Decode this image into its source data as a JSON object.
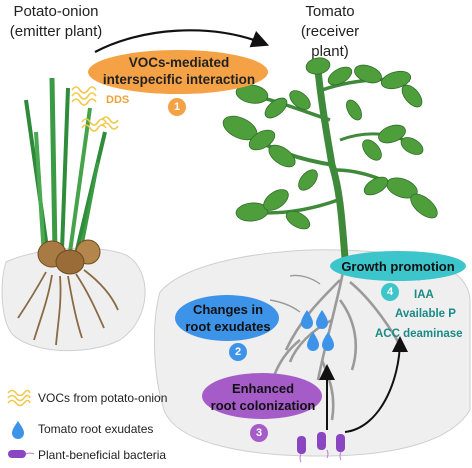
{
  "emitter": {
    "name": "Potato-onion",
    "role": "(emitter plant)"
  },
  "receiver": {
    "name": "Tomato",
    "role": "(receiver plant)"
  },
  "dds_label": "DDS",
  "interaction": {
    "line1": "VOCs-mediated",
    "line2": "interspecific interaction",
    "number": "1",
    "color": "#f5a246"
  },
  "exudates": {
    "line1": "Changes in",
    "line2": "root exudates",
    "number": "2",
    "color": "#3d93e8"
  },
  "colonization": {
    "line1": "Enhanced",
    "line2": "root colonization",
    "number": "3",
    "color": "#a65cc8"
  },
  "growth": {
    "label": "Growth promotion",
    "number": "4",
    "color": "#3cc6cc",
    "factors": [
      "IAA",
      "Available P",
      "ACC deaminase"
    ]
  },
  "legend": [
    {
      "icon": "voc-wave-icon",
      "label": "VOCs from potato-onion"
    },
    {
      "icon": "droplet-icon",
      "label": "Tomato root exudates"
    },
    {
      "icon": "bacteria-icon",
      "label": "Plant-beneficial bacteria"
    }
  ]
}
